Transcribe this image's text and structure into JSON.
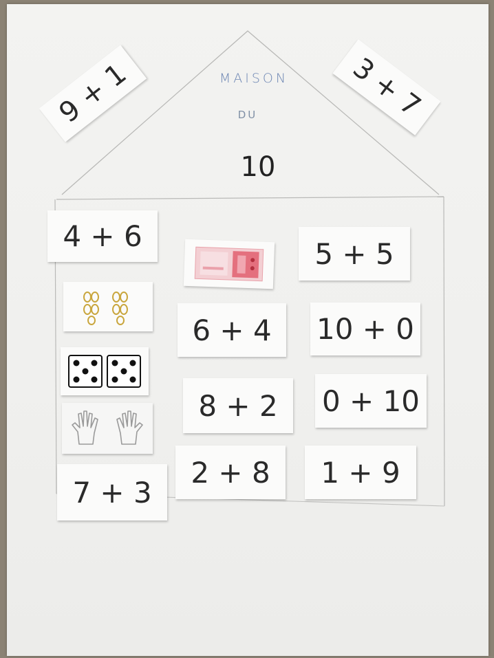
{
  "house": {
    "title_line1": "MAISON",
    "title_line2": "DU",
    "number": "10"
  },
  "roof_cards": [
    "9 + 1",
    "3 + 7"
  ],
  "cards": [
    "4 + 6",
    "5 + 5",
    "6 + 4",
    "10 + 0",
    "8 + 2",
    "0 + 10",
    "7 + 3",
    "2 + 8",
    "1 + 9"
  ],
  "picture_cards": [
    {
      "icon": "ten-euro-banknote-icon",
      "color": "#e35e6e"
    },
    {
      "icon": "ten-fingers-dots-icon",
      "color": "#c9a63d"
    },
    {
      "icon": "two-dice-five-icon",
      "color": "#111111"
    },
    {
      "icon": "two-hands-icon",
      "color": "#9a9a9a"
    }
  ]
}
